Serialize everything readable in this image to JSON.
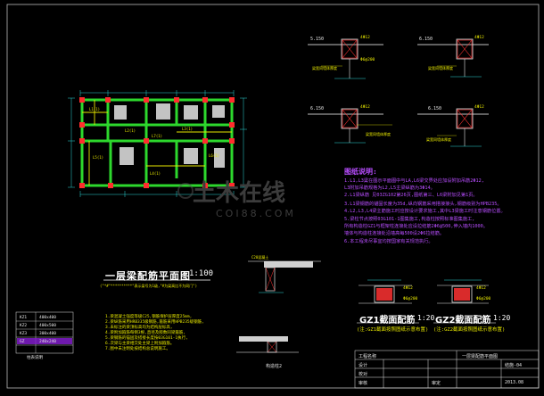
{
  "drawing": {
    "plan_title": "一层梁配筋平面图",
    "plan_scale": "1:100",
    "plan_subtitle": "(\"*#\"**********\"表示梁号为1级,\"#为梁高比不为同门\")",
    "notes_title": "图纸说明:",
    "notes": [
      "1.L1,L3粱在图示平面图中与LA,L6梁交界处应加设附加吊筋2Φ12,",
      "  L3附加吊筋规格为L2,L5主梁纵筋为3Φ14。",
      "2.L1梁纵筋 见03ZG102第26页,图纸第三、L6梁附加见第1页。",
      "3.L1梁钢筋的锚固长度为35d,纵向钢筋采用搭接接头,钢筋级别为HPB235。",
      "4.L2,L3,L4梁主筋施工时应按设计要求施工,其中L3梁施工时注意钢筋位置。",
      "5.梁柱节点按照03G101-1图集施工,构造柱按照标准图集施工,",
      "  所有构造柱GZ1与框架柱连接处应设拉结筋2Φ6@500,伸入墙内1000。",
      "  墙体与构造柱连接处沿墙高每500设2Φ6拉结筋。",
      "6.本工程未尽事宜均按国家有关规范执行。"
    ],
    "top_level_labels": [
      "5.150",
      "6.150",
      "6.150"
    ],
    "gz1_title": "GZ1截面配筋",
    "gz1_scale": "1:20",
    "gz1_note": "(注:GZ1截面按照图纸示意布置)",
    "gz2_title": "GZ2截面配筋",
    "gz2_scale": "1:20",
    "gz2_note": "(注:GZ2截面按照图纸示意布置)",
    "small_detail_label": "构造柱2",
    "beam_labels": [
      "L1(1)",
      "L2(1)",
      "L3(1)",
      "L4(1)",
      "L5(1)",
      "L6(1)",
      "L7(1)"
    ],
    "left_notes": [
      "1.梁混凝土强度等级C25,钢筋保护层厚度25mm,",
      "2.梁纵筋采用HRB335级钢筋,箍筋采用HPB235级钢筋,",
      "3.未标注的梁顶标高均为结构层标高,",
      "4.梁附加箍筋每侧3根,直径及肢数同梁箍筋,",
      "5.梁钢筋的锚固及搭接长度按03G101-1执行,",
      "6.次梁与主梁相交处主梁上附加箍筋。",
      "7.图中未注明处按结构总说明施工。"
    ],
    "legend_rows": [
      [
        "KZ1",
        "400x400"
      ],
      [
        "KZ2",
        "400x500"
      ],
      [
        "KZ3",
        "300x400"
      ],
      [
        "GZ",
        "240x240"
      ]
    ],
    "legend_caption": "柱表说明",
    "title_block": {
      "project_label": "工程名称",
      "drawing_label": "一层梁配筋平面图",
      "sheet": "结施-04",
      "rows": [
        "设计",
        "校对",
        "审核",
        "审定"
      ],
      "date": "2013.08"
    },
    "watermark": "土木在线",
    "watermark_sub": "COI88.COM"
  },
  "colors": {
    "background": "#000000",
    "wall": "#2dd82d",
    "column": "#ff2d2d",
    "beam": "#e8e800",
    "text_white": "#ffffff",
    "notes_purple": "#b84dff",
    "hatch": "#e6e6e6",
    "rebar": "#ff3333",
    "dim": "#2dd8d8"
  }
}
